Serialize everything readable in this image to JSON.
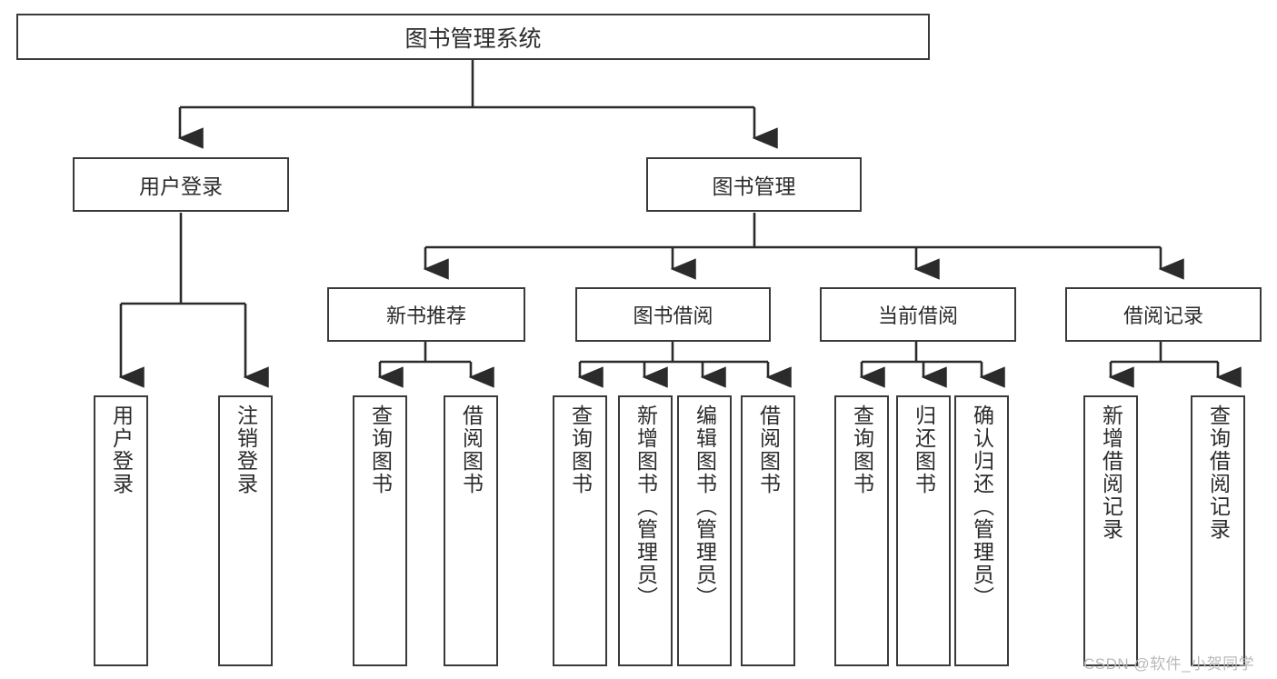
{
  "diagram": {
    "title": "图书管理系统",
    "type": "tree-hierarchy",
    "root": {
      "label": "图书管理系统"
    },
    "level2": [
      {
        "label": "用户登录"
      },
      {
        "label": "图书管理"
      }
    ],
    "level3": [
      {
        "label": "新书推荐"
      },
      {
        "label": "图书借阅"
      },
      {
        "label": "当前借阅"
      },
      {
        "label": "借阅记录"
      }
    ],
    "leaves": {
      "user_login": [
        {
          "label": "用户登录"
        },
        {
          "label": "注销登录"
        }
      ],
      "new_book": [
        {
          "label": "查询图书"
        },
        {
          "label": "借阅图书"
        }
      ],
      "book_borrow": [
        {
          "label": "查询图书"
        },
        {
          "label": "新增图书（管理员）"
        },
        {
          "label": "编辑图书（管理员）"
        },
        {
          "label": "借阅图书"
        }
      ],
      "current_borrow": [
        {
          "label": "查询图书"
        },
        {
          "label": "归还图书"
        },
        {
          "label": "确认归还（管理员）"
        }
      ],
      "borrow_record": [
        {
          "label": "新增借阅记录"
        },
        {
          "label": "查询借阅记录"
        }
      ]
    }
  },
  "watermark": {
    "text": "CSDN @软件_小贺同学"
  },
  "colors": {
    "stroke": "#3a3a3a",
    "text": "#2b2b2b",
    "background": "#ffffff",
    "watermark": "#b9b9b9"
  }
}
